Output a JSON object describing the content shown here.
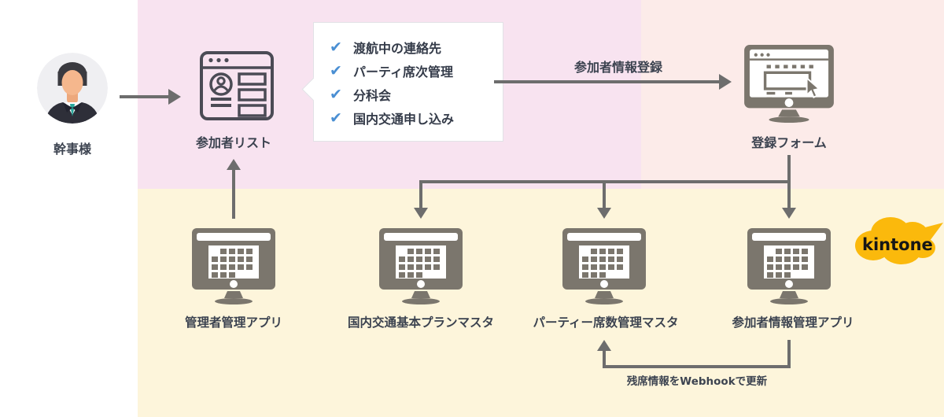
{
  "person": {
    "label": "幹事様"
  },
  "participant_list": {
    "label": "参加者リスト"
  },
  "checklist": {
    "items": [
      "渡航中の連絡先",
      "パーティ席次管理",
      "分科会",
      "国内交通申し込み"
    ]
  },
  "registration": {
    "arrow_label": "参加者情報登録",
    "form_label": "登録フォーム"
  },
  "apps": [
    {
      "label": "管理者管理アプリ"
    },
    {
      "label": "国内交通基本プランマスタ"
    },
    {
      "label": "パーティー席数管理マスタ"
    },
    {
      "label": "参加者情報管理アプリ"
    }
  ],
  "webhook": {
    "label": "残席情報をWebhookで更新"
  },
  "kintone": {
    "label": "kintone"
  },
  "colors": {
    "pink_region": "#f8e3f0",
    "peach_region": "#fcebe9",
    "yellow_region": "#fdf5db",
    "arrow_gray": "#6d6d6d",
    "monitor_gray": "#7b766d",
    "check_blue": "#4a8fd3",
    "kintone_yellow": "#fbb90c",
    "text": "#3c4350"
  }
}
